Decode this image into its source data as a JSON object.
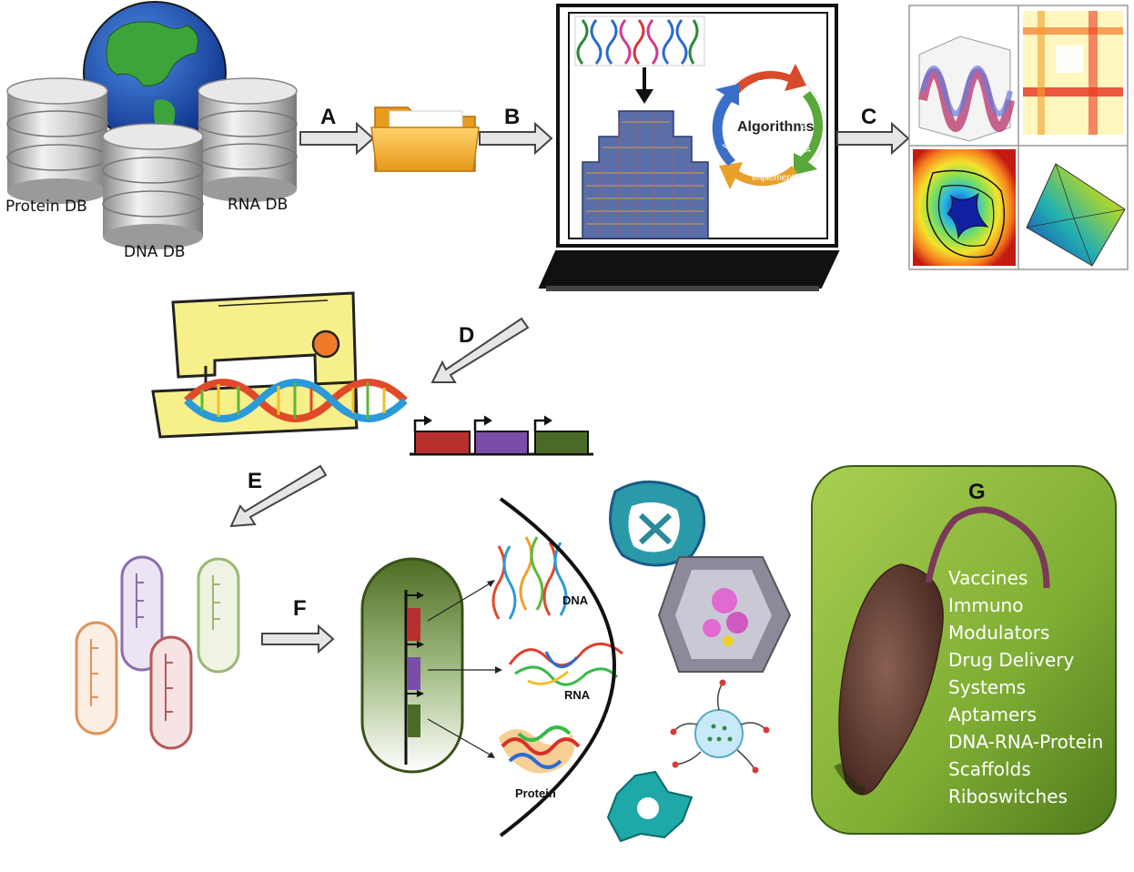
{
  "steps": [
    "A",
    "B",
    "C",
    "D",
    "E",
    "F",
    "G"
  ],
  "databases": {
    "protein": "Protein DB",
    "dna": "DNA DB",
    "rna": "RNA DB"
  },
  "algorithm_cycle": {
    "center": "Algorithms",
    "stages": [
      "Design",
      "Experiment",
      "Implement",
      "Analyze"
    ]
  },
  "molecules": {
    "dna": "DNA",
    "rna": "RNA",
    "protein": "Protein"
  },
  "applications": [
    "Vaccines",
    "Immuno",
    "Modulators",
    "Drug Delivery",
    "Systems",
    "Aptamers",
    "DNA-RNA-Protein",
    "Scaffolds",
    "Riboswitches"
  ],
  "colors": {
    "arrow_fill": "#e6e6e6",
    "arrow_stroke": "#444444",
    "panel_green": "#8ab83a",
    "part_red": "#b8302e",
    "part_purple": "#7a4ea8",
    "part_green": "#4a6b28",
    "laptop": "#111111"
  }
}
